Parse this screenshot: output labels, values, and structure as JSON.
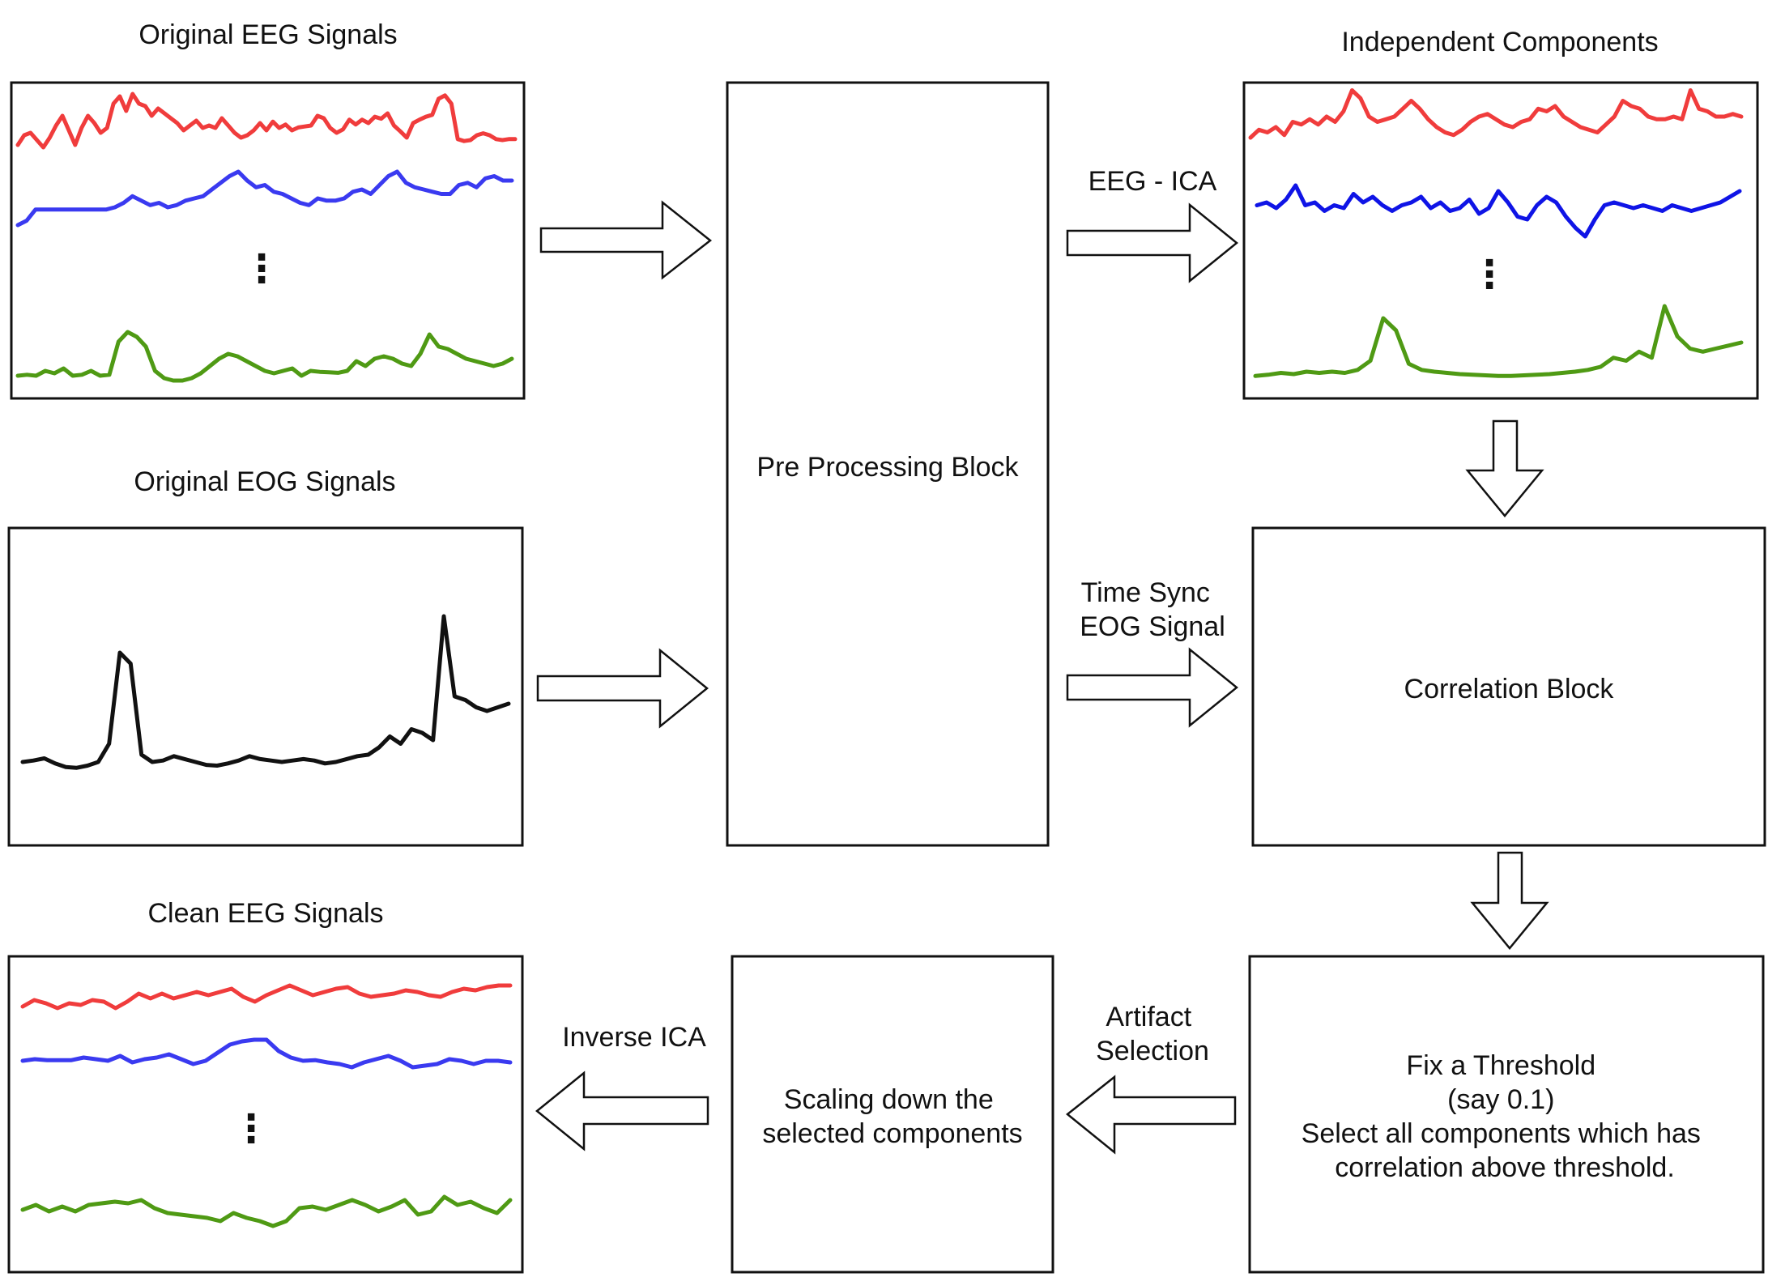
{
  "colors": {
    "eeg_channel_1": "#f03c3c",
    "eeg_channel_2": "#3a3af0",
    "eeg_channel_3": "#4f9a14",
    "ic_channel_2": "#0f14e6",
    "eog": "#111111",
    "box_stroke": "#111111"
  },
  "panels": {
    "original_eeg": {
      "title": "Original EEG Signals",
      "ellipsis": "⋮"
    },
    "independent_components": {
      "title": "Independent Components",
      "ellipsis": "⋮"
    },
    "original_eog": {
      "title": "Original EOG Signals"
    },
    "clean_eeg": {
      "title": "Clean EEG Signals",
      "ellipsis": "⋮"
    }
  },
  "blocks": {
    "preprocessing": {
      "lines": [
        "Pre Processing Block"
      ]
    },
    "correlation": {
      "lines": [
        "Correlation Block"
      ]
    },
    "threshold": {
      "lines": [
        "Fix a Threshold",
        "(say 0.1)",
        "Select all components which has",
        "correlation above threshold."
      ]
    },
    "scaling": {
      "lines": [
        "Scaling down the",
        "selected components"
      ]
    }
  },
  "edges": {
    "eeg_ica": {
      "lines": [
        "EEG - ICA"
      ]
    },
    "time_sync": {
      "lines": [
        "Time Sync",
        "EOG Signal"
      ]
    },
    "artifact_selection": {
      "lines": [
        "Artifact",
        "Selection"
      ]
    },
    "inverse_ica": {
      "lines": [
        "Inverse ICA"
      ]
    }
  }
}
